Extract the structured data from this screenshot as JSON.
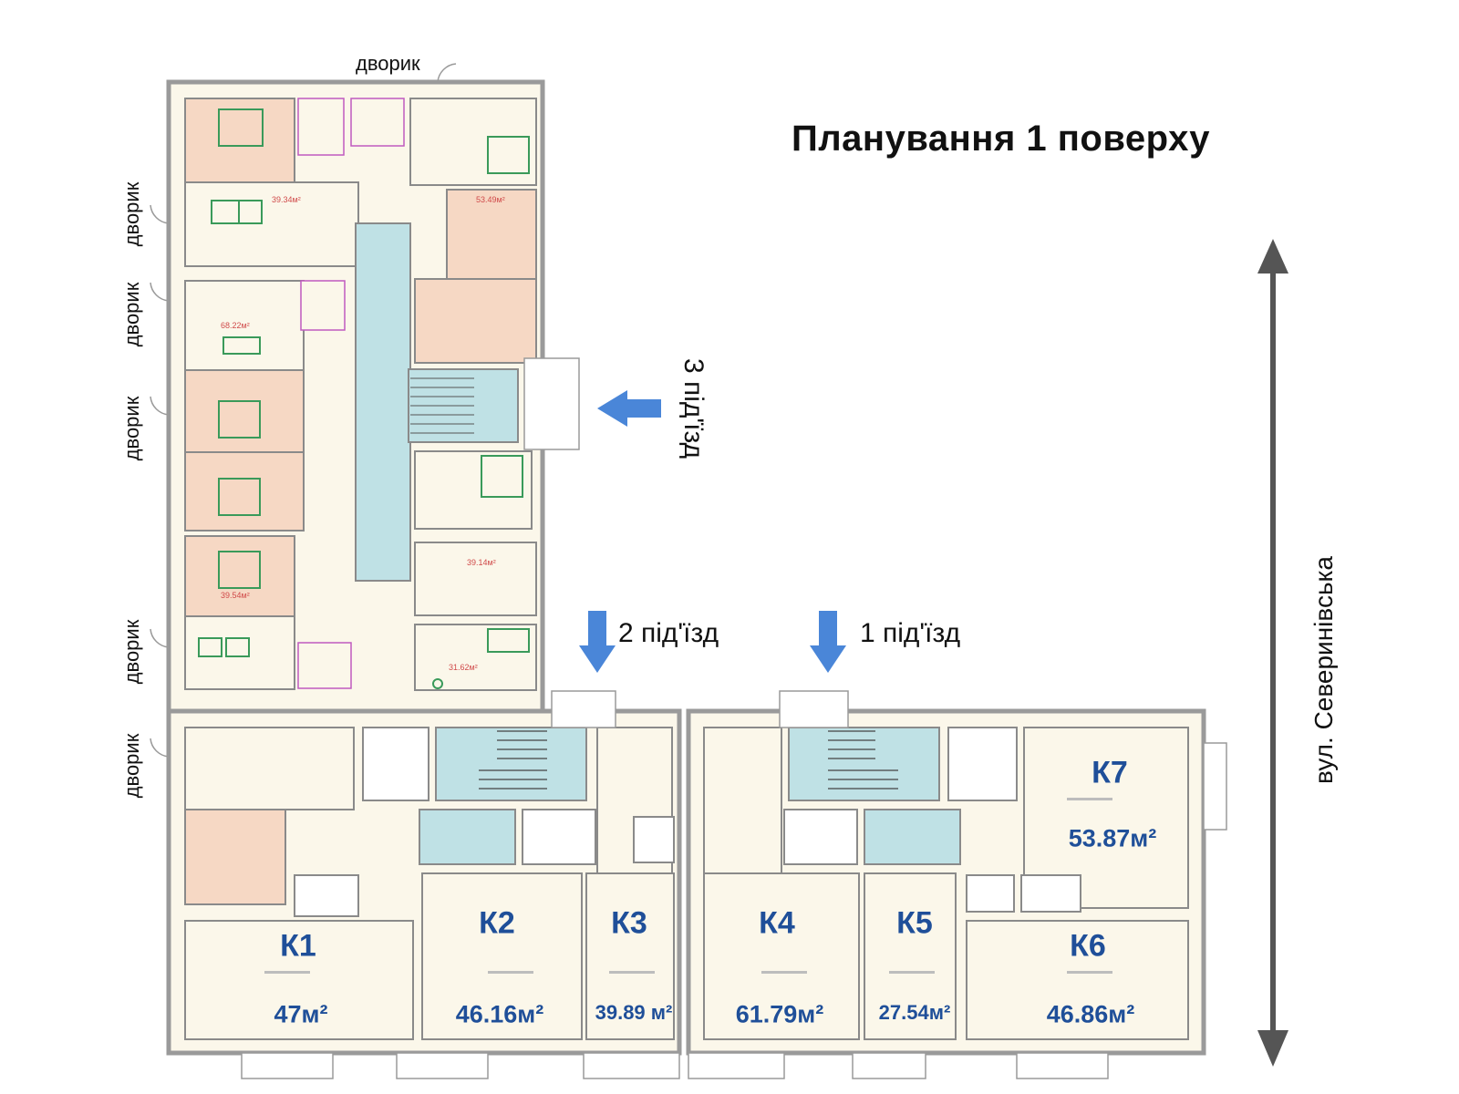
{
  "title": "Планування 1 поверху",
  "yard_label": "дворик",
  "street": "вул. Северинівська",
  "entrances": {
    "e1": "1 під'їзд",
    "e2": "2 під'їзд",
    "e3": "3 під'їзд"
  },
  "apartments": [
    {
      "id": "K1",
      "label": "К1",
      "area": "47",
      "unit": "м²"
    },
    {
      "id": "K2",
      "label": "К2",
      "area": "46.16",
      "unit": "м²"
    },
    {
      "id": "K3",
      "label": "К3",
      "area": "39.89 ",
      "unit": "м²"
    },
    {
      "id": "K4",
      "label": "К4",
      "area": "61.79",
      "unit": "м²"
    },
    {
      "id": "K5",
      "label": "К5",
      "area": "27.54",
      "unit": "м²"
    },
    {
      "id": "K6",
      "label": "К6",
      "area": "46.86",
      "unit": "м²"
    },
    {
      "id": "K7",
      "label": "К7",
      "area": "53.87",
      "unit": "м²"
    }
  ],
  "colors": {
    "wall": "#9a9a9a",
    "corridor": "#bfe1e5",
    "peach_room": "#f6d8c4",
    "cream_room": "#fbf7ea",
    "arrow": "#4a86d8",
    "label_blue": "#1f4f99"
  }
}
